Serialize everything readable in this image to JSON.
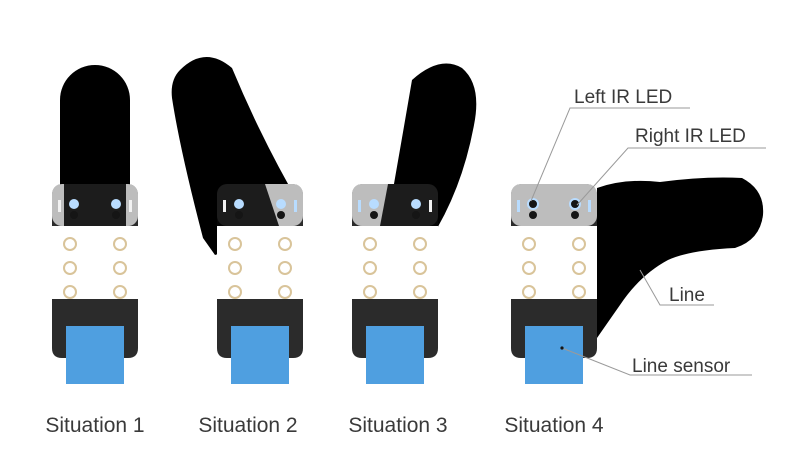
{
  "situations": [
    {
      "label": "Situation 1"
    },
    {
      "label": "Situation 2"
    },
    {
      "label": "Situation 3"
    },
    {
      "label": "Situation 4"
    }
  ],
  "callouts": {
    "left_ir_led": "Left IR LED",
    "right_ir_led": "Right IR LED",
    "line": "Line",
    "line_sensor": "Line sensor"
  },
  "colors": {
    "line": "#000000",
    "board_body": "#2b2b2b",
    "board_gray": "#bdbdbd",
    "board_dark": "#151515",
    "pad_panel": "#ffffff",
    "pad_ring": "#d9c49a",
    "sensor": "#4f9fe0",
    "led": "#b8dcff",
    "leader": "#9a9a9a"
  }
}
